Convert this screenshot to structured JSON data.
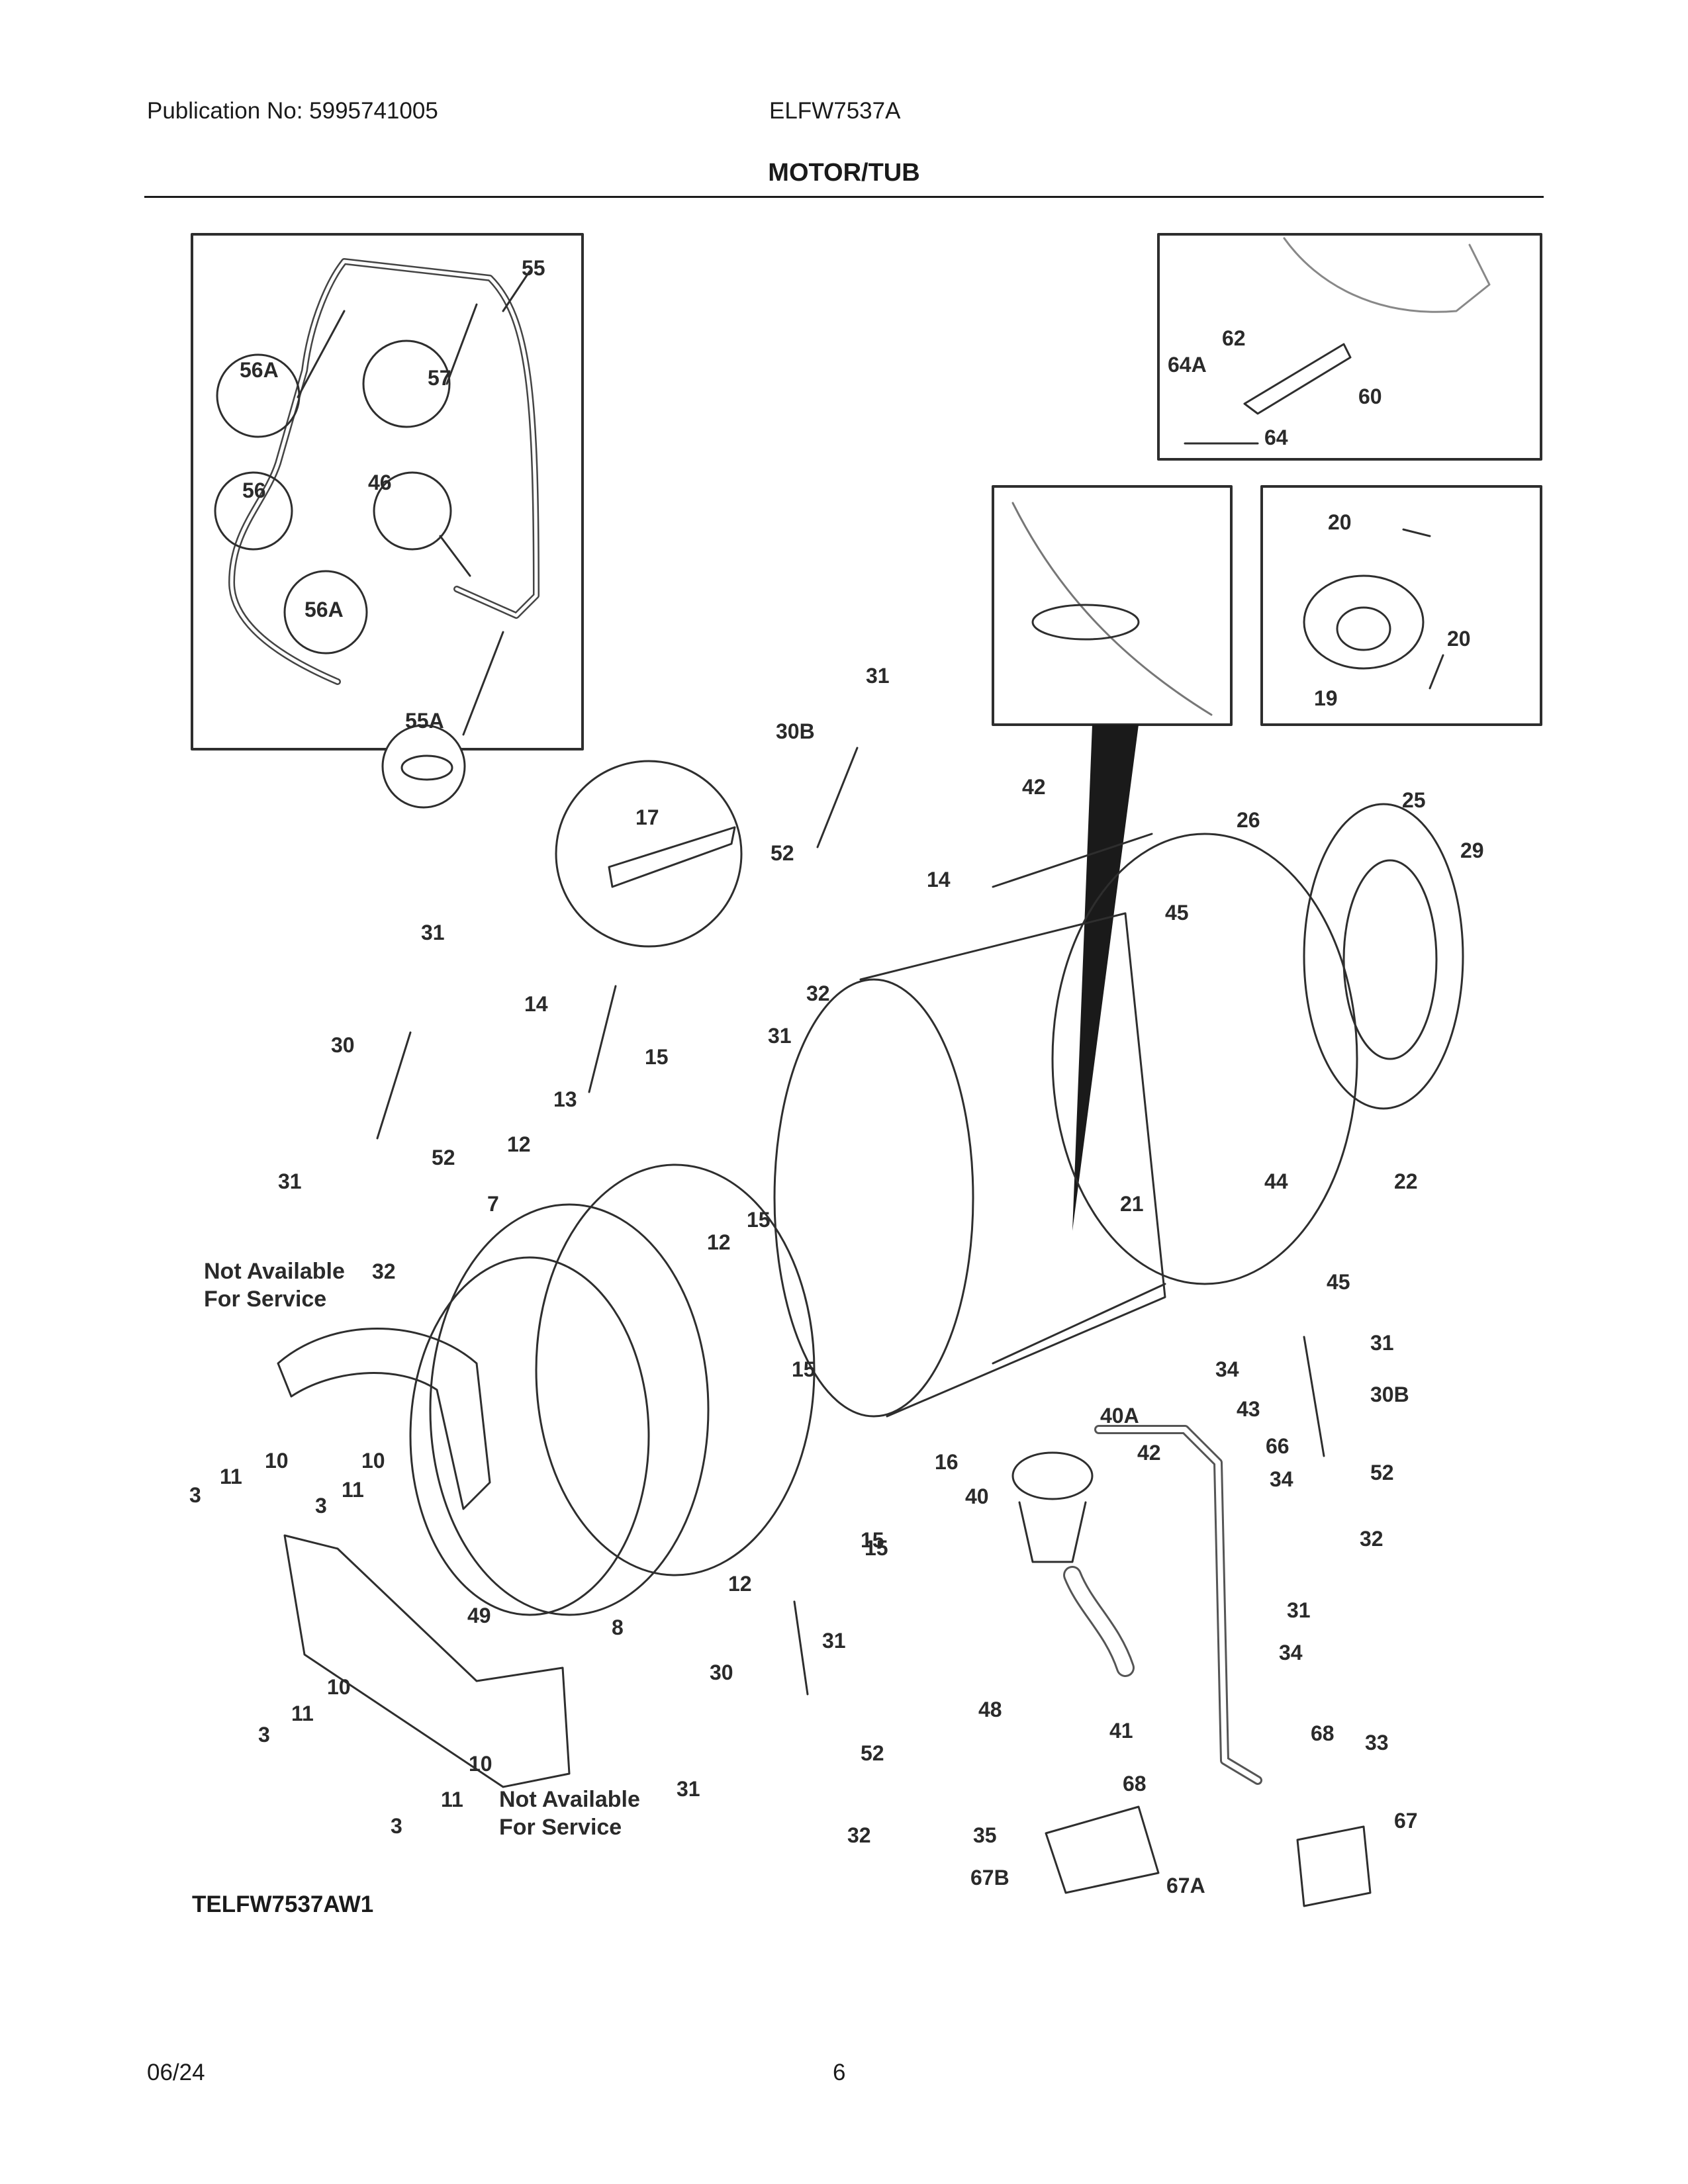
{
  "header": {
    "publication": "Publication No: 5995741005",
    "model": "ELFW7537A",
    "title": "MOTOR/TUB"
  },
  "footer": {
    "date": "06/24",
    "page": "6",
    "diagram_ref": "TELFW7537AW1"
  },
  "notes": {
    "not_available_line1": "Not Available",
    "not_available_line2": "For Service"
  },
  "callouts": [
    "55",
    "56A",
    "57",
    "56",
    "46",
    "56A",
    "55A",
    "64A",
    "62",
    "60",
    "64",
    "20",
    "20",
    "19",
    "31",
    "30B",
    "17",
    "42",
    "25",
    "26",
    "29",
    "52",
    "14",
    "45",
    "32",
    "31",
    "31",
    "14",
    "30",
    "15",
    "13",
    "52",
    "12",
    "31",
    "7",
    "15",
    "12",
    "32",
    "21",
    "22",
    "44",
    "45",
    "15",
    "31",
    "34",
    "43",
    "30B",
    "15",
    "16",
    "40A",
    "66",
    "42",
    "34",
    "52",
    "40",
    "10",
    "11",
    "10",
    "3",
    "11",
    "3",
    "15",
    "12",
    "49",
    "8",
    "31",
    "32",
    "31",
    "30",
    "41",
    "48",
    "34",
    "68",
    "33",
    "52",
    "10",
    "11",
    "3",
    "10",
    "11",
    "3",
    "31",
    "32",
    "35",
    "68",
    "67",
    "67B",
    "67A"
  ]
}
